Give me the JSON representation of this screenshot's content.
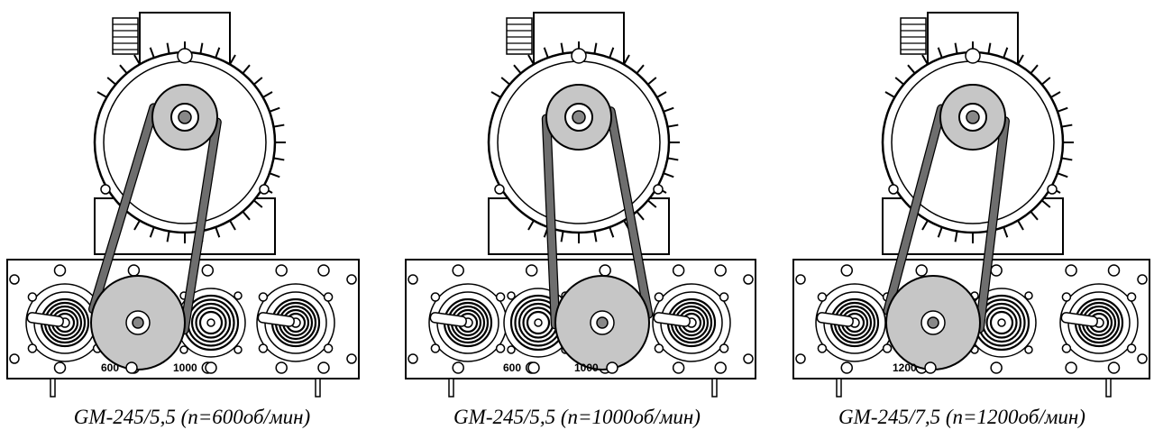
{
  "units": [
    {
      "caption": "GM-245/5,5 (n=600об/мин)",
      "speed_labels": [
        "600",
        "1000"
      ],
      "active_port": 1,
      "port_styles": [
        "lever",
        "drive",
        "collet",
        "lever"
      ]
    },
    {
      "caption": "GM-245/5,5 (n=1000об/мин)",
      "speed_labels": [
        "600",
        "1000"
      ],
      "active_port": 2,
      "port_styles": [
        "lever",
        "collet",
        "drive",
        "lever"
      ]
    },
    {
      "caption": "GM-245/7,5 (n=1200об/мин)",
      "speed_labels": [
        "1200"
      ],
      "active_port": 1,
      "port_styles": [
        "lever",
        "drive",
        "collet",
        "lever"
      ]
    }
  ],
  "colors": {
    "belt": "#6e6e6e",
    "pulley": "#c6c6c6",
    "line": "#000000"
  }
}
